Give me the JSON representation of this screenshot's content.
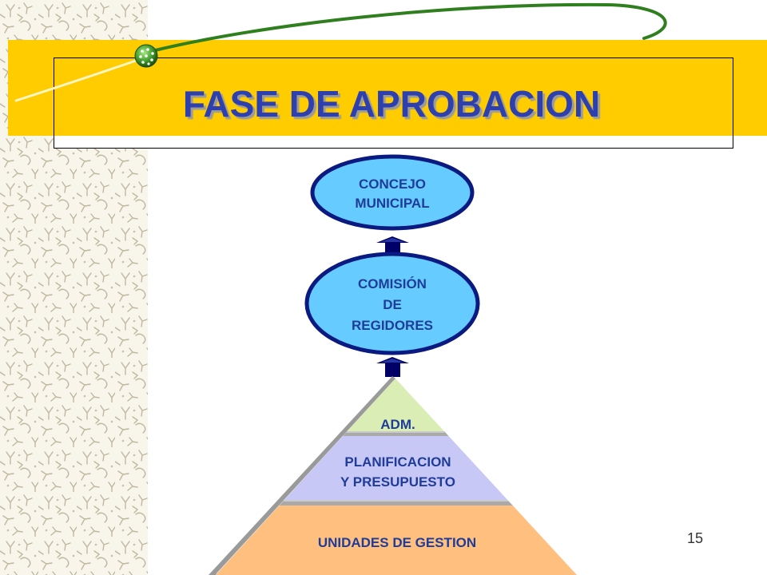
{
  "slide": {
    "title": "FASE DE APROBACION",
    "page_number": "15"
  },
  "diagram": {
    "top_node": {
      "lines": [
        "CONCEJO",
        "MUNICIPAL"
      ]
    },
    "middle_node": {
      "lines": [
        "COMISIÓN",
        "DE",
        "REGIDORES"
      ]
    },
    "pyramid_tiers": [
      {
        "lines": [
          "ADM."
        ]
      },
      {
        "lines": [
          "PLANIFICACION",
          "Y PRESUPUESTO"
        ]
      },
      {
        "lines": [
          "UNIDADES DE GESTION"
        ]
      }
    ]
  },
  "colors": {
    "title": "#2d3fae",
    "title_shadow": "#9a9a9a",
    "banner": "#ffcc00",
    "node_fill": "#66ccff",
    "node_stroke": "#0a1a80",
    "node_text": "#1f3c99",
    "arrow": "#000066",
    "tier_top": "#d9edb5",
    "tier_middle": "#c8c8f6",
    "tier_bottom": "#ffc07f",
    "separator": "#a9a9a9",
    "curve": "#2f7f1f",
    "page_number": "#333333"
  }
}
